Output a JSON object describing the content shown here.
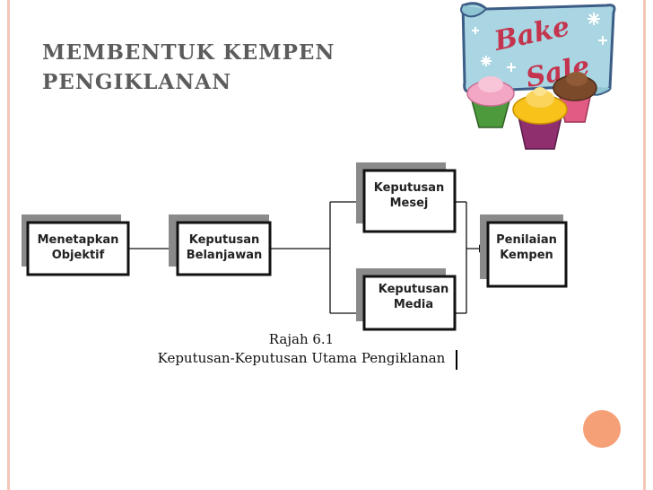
{
  "slide": {
    "title_line1": "MEMBENTUK KEMPEN",
    "title_line2": "PENGIKLANAN"
  },
  "clipart": {
    "banner_line1": "Bake",
    "banner_line2": "Sale",
    "icon": "bake-sale-cupcakes-icon"
  },
  "diagram": {
    "nodes": {
      "objektif": {
        "line1": "Menetapkan",
        "line2": "Objektif"
      },
      "belanjawan": {
        "line1": "Keputusan",
        "line2": "Belanjawan"
      },
      "mesej": {
        "line1": "Keputusan",
        "line2": "Mesej"
      },
      "media": {
        "line1": "Keputusan",
        "line2": "Media"
      },
      "penilaian": {
        "line1": "Penilaian",
        "line2": "Kempen"
      }
    },
    "caption_number": "Rajah 6.1",
    "caption_text": "Keputusan-Keputusan Utama Pengiklanan"
  },
  "colors": {
    "accent_border": "#f3c6b8",
    "accent_dot": "#f6a078",
    "title": "#5c5c5c",
    "shadow": "#8a8a8a"
  }
}
